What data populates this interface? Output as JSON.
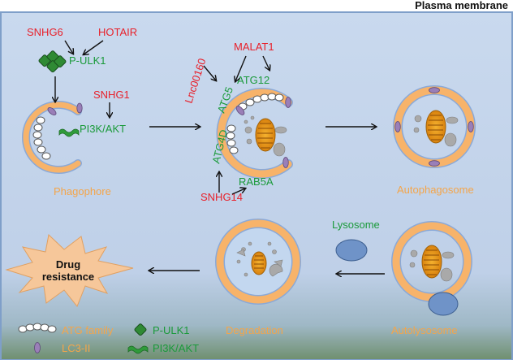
{
  "header": {
    "title": "Plasma membrane"
  },
  "stages": {
    "phagophore": "Phagophore",
    "autophagosome": "Autophagosome",
    "autolysosome": "Autolysosome",
    "degradation": "Degradation",
    "lysosome": "Lysosome",
    "drug_resistance_1": "Drug",
    "drug_resistance_2": "resistance"
  },
  "regulators": {
    "snhg6": "SNHG6",
    "hotair": "HOTAIR",
    "snhg1": "SNHG1",
    "malat1": "MALAT1",
    "lnc00160": "Lnc00160",
    "snhg14": "SNHG14"
  },
  "targets": {
    "p_ulk1": "P-ULK1",
    "pi3k_akt": "PI3K/AKT",
    "atg12": "ATG12",
    "atg5": "ATG5",
    "atg4d": "ATG4D",
    "rab5a": "RAB5A"
  },
  "legend": {
    "atg_family": "ATG family",
    "lc3_ii": "LC3-II",
    "p_ulk1": "P-ULK1",
    "pi3k_akt": "PI3K/AKT"
  },
  "colors": {
    "regulator": "#e8202a",
    "target": "#1a9a3a",
    "stage_label": "#f4a54a",
    "membrane": "#f7b36a",
    "membrane_edge": "#8aa9d8",
    "lc3": "#9a7fb8",
    "lysosome": "#6f93c8",
    "mito": "#e89a1a",
    "burst": "#f6c79a"
  }
}
